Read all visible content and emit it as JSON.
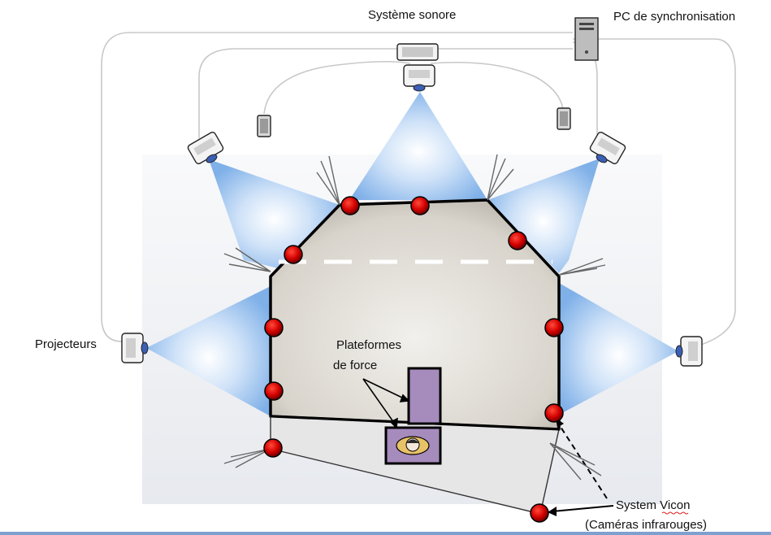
{
  "labels": {
    "sound_system": "Système sonore",
    "sync_pc": "PC de synchronisation",
    "projectors": "Projecteurs",
    "force_plates_line1": "Plateformes",
    "force_plates_line2": "de force",
    "vicon_line1": "System Vicon",
    "vicon_line2": "(Caméras infrarouges)"
  },
  "colors": {
    "floor": "#c9c4b8",
    "floor_light": "#e9e6e2",
    "wall_light": "#dfe3ea",
    "projection_beam": "#9ec4ef",
    "camera_red": "#d40000",
    "force_plate": "#a68bbd",
    "cable": "#c8c8c8"
  },
  "icons": {
    "camera": "vicon-camera-icon",
    "projector": "projector-icon",
    "speaker": "speaker-icon",
    "computer": "computer-tower-icon",
    "subject": "subject-icon"
  }
}
